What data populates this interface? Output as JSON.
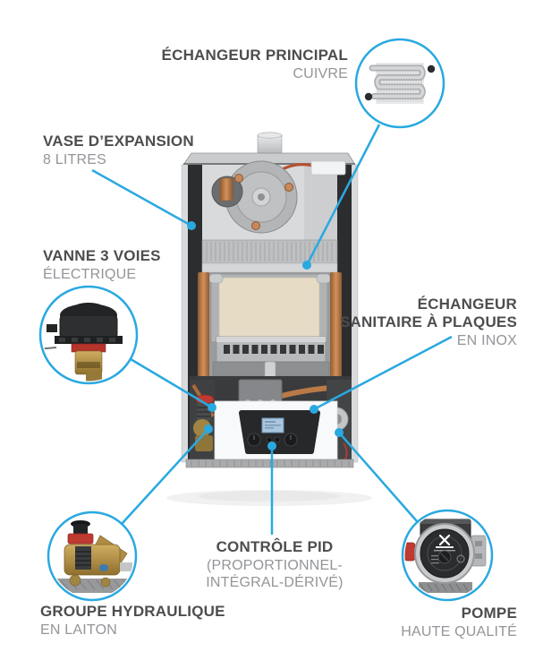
{
  "colors": {
    "accent": "#29A9E0",
    "title": "#4D4D4F",
    "subtitle": "#939598"
  },
  "callouts": {
    "echangeur_principal": {
      "title": "ÉCHANGEUR PRINCIPAL",
      "subtitle": "CUIVRE"
    },
    "vase_expansion": {
      "title": "VASE D’EXPANSION",
      "subtitle": "8 LITRES"
    },
    "vanne_3_voies": {
      "title": "VANNE 3 VOIES",
      "subtitle": "ÉLECTRIQUE"
    },
    "echangeur_sanitaire": {
      "title_line1": "ÉCHANGEUR",
      "title_line2": "SANITAIRE À PLAQUES",
      "subtitle": "EN INOX"
    },
    "controle_pid": {
      "title": "CONTRÔLE PID",
      "subtitle_line1": "(PROPORTIONNEL-",
      "subtitle_line2": "INTÉGRAL-DÉRIVÉ)"
    },
    "groupe_hydraulique": {
      "title": "GROUPE HYDRAULIQUE",
      "subtitle": "EN LAITON"
    },
    "pompe": {
      "title": "POMPE",
      "subtitle": "HAUTE QUALITÉ"
    }
  }
}
